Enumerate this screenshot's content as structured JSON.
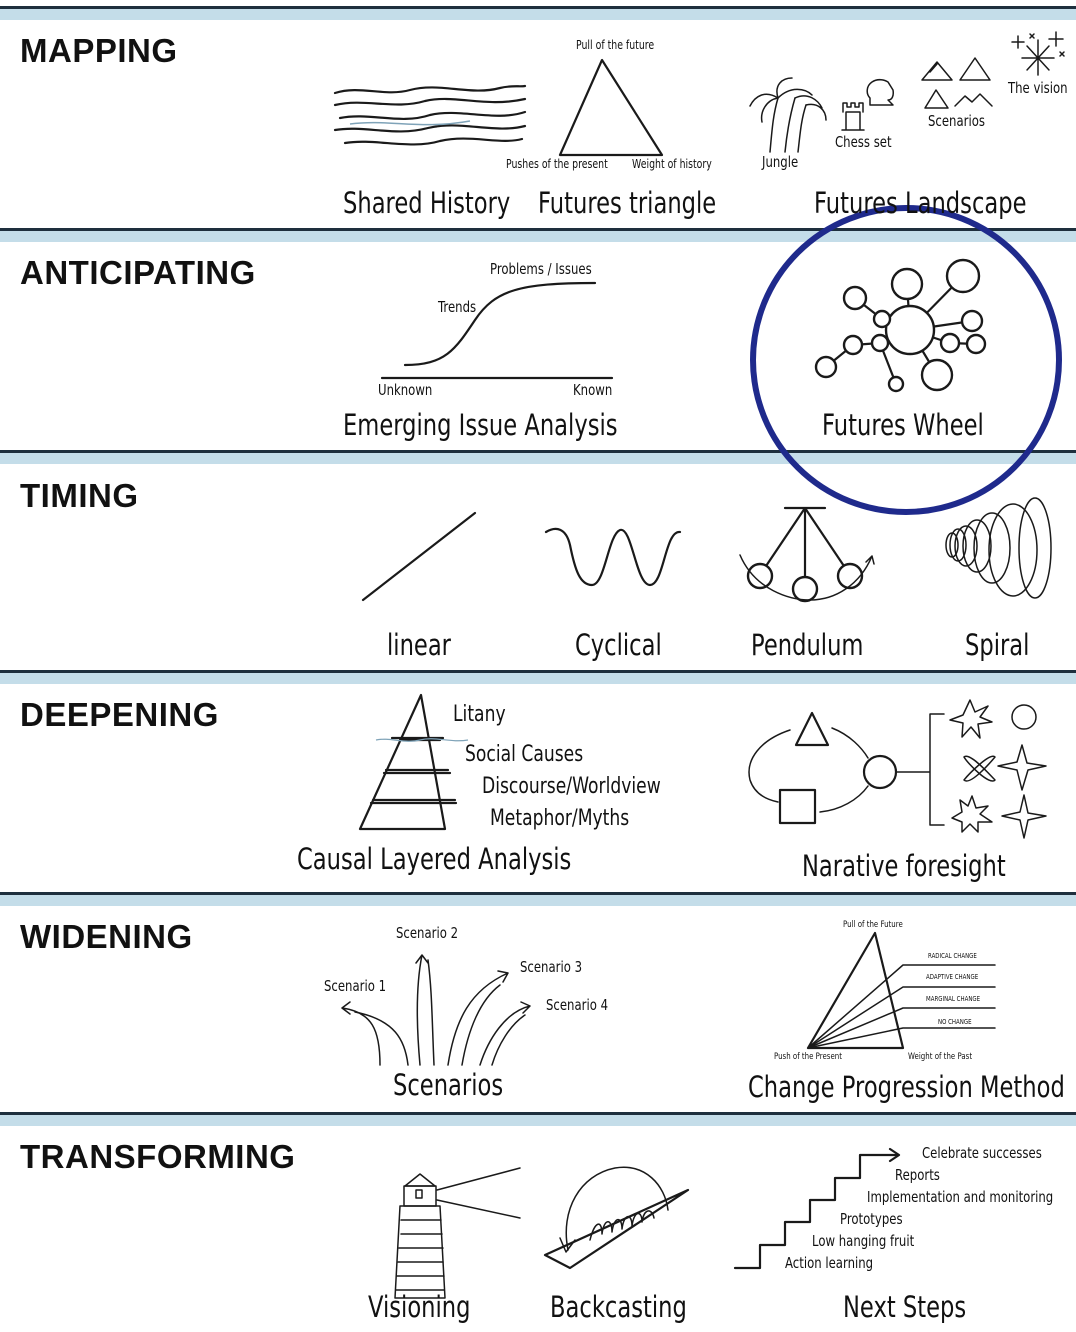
{
  "sections": {
    "mapping": {
      "title": "MAPPING",
      "shared_history": "Shared History",
      "futures_triangle": "Futures triangle",
      "futures_landscape": "Futures Landscape",
      "pull_of_the_future": "Pull of the future",
      "pushes_of_the_present": "Pushes of the present",
      "weight_of_history": "Weight of history",
      "jungle": "Jungle",
      "chess_set": "Chess set",
      "scenarios": "Scenarios",
      "the_vision": "The vision"
    },
    "anticipating": {
      "title": "ANTICIPATING",
      "emerging_issue_analysis": "Emerging Issue Analysis",
      "problems_issues": "Problems / Issues",
      "trends": "Trends",
      "unknown": "Unknown",
      "known": "Known",
      "futures_wheel": "Futures Wheel"
    },
    "timing": {
      "title": "TIMING",
      "linear": "linear",
      "cyclical": "Cyclical",
      "pendulum": "Pendulum",
      "spiral": "Spiral"
    },
    "deepening": {
      "title": "DEEPENING",
      "litany": "Litany",
      "social_causes": "Social Causes",
      "discourse_worldview": "Discourse/Worldview",
      "metaphor_myths": "Metaphor/Myths",
      "causal_layered_analysis": "Causal Layered Analysis",
      "narative_foresight": "Narative foresight"
    },
    "widening": {
      "title": "WIDENING",
      "scenario_1": "Scenario 1",
      "scenario_2": "Scenario 2",
      "scenario_3": "Scenario 3",
      "scenario_4": "Scenario 4",
      "scenarios": "Scenarios",
      "pull_of_the_future": "Pull of the Future",
      "radical_change": "RADICAL CHANGE",
      "adaptive_change": "ADAPTIVE CHANGE",
      "marginal_change": "MARGINAL CHANGE",
      "no_change": "NO CHANGE",
      "push_of_the_present": "Push of the Present",
      "weight_of_the_past": "Weight of the Past",
      "change_progression_method": "Change Progression Method"
    },
    "transforming": {
      "title": "TRANSFORMING",
      "visioning": "Visioning",
      "backcasting": "Backcasting",
      "next_steps": "Next Steps",
      "celebrate_successes": "Celebrate successes",
      "reports": "Reports",
      "implementation_and_monitoring": "Implementation and monitoring",
      "prototypes": "Prototypes",
      "low_hanging_fruit": "Low hanging fruit",
      "action_learning": "Action learning"
    }
  },
  "colors": {
    "band": "#c4dde9",
    "band_border": "#1e2f3d",
    "highlight_circle": "#1f2a8c",
    "ink": "#1a1a1a"
  }
}
